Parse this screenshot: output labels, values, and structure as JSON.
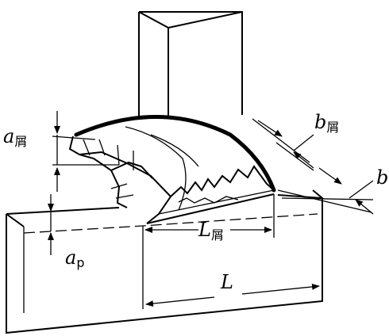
{
  "labels": {
    "a_chip": "a",
    "a_chip_sub": "屑",
    "b_chip": "b",
    "b_chip_sub": "屑",
    "b": "b",
    "L_chip": "L",
    "L_chip_sub": "屑",
    "L": "L",
    "ap": "a",
    "ap_sub": "p"
  }
}
